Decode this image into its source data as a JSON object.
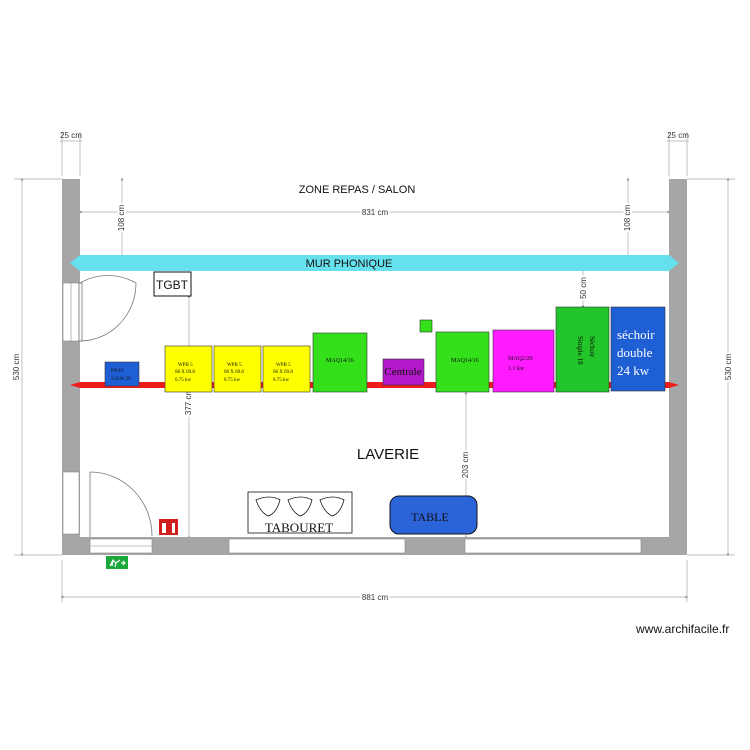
{
  "dimensions": {
    "wall_left": "25 cm",
    "wall_right": "25 cm",
    "inner_width": "831 cm",
    "total_width": "881 cm",
    "height_left": "530 cm",
    "height_right": "530 cm",
    "offset_left": "108 cm",
    "offset_right": "108 cm",
    "gap_machine": "50 cm",
    "depth_left": "377 cm",
    "depth_center": "203 cm"
  },
  "labels": {
    "zone_top": "ZONE REPAS / SALON",
    "mur_phonique": "MUR PHONIQUE",
    "tgbt": "TGBT",
    "laverie": "LAVERIE",
    "tabouret": "TABOURET",
    "table": "TABLE"
  },
  "equipment": {
    "small_blue": [
      "PN/PI",
      "2.5kW 20"
    ],
    "wpb_1": [
      "WPB 5",
      "68 X 69.8",
      "0.75 kw"
    ],
    "wpb_2": [
      "WPB 5",
      "68 X 69.8",
      "0.75 kw"
    ],
    "wpb_3": [
      "WPB 5",
      "68 X 69.8",
      "0.75 kw"
    ],
    "maq_1": "MAQ14/16",
    "centrale": "Centrale",
    "maq_2": "MAQ14/16",
    "maq_3": [
      "MAQ2/20",
      "1.1 kw"
    ],
    "sechoir_simple": [
      "Séchoir",
      "Simple 18"
    ],
    "sechoir_double": [
      "séchoir",
      "double",
      "24 kw"
    ]
  },
  "colors": {
    "wall": "#a6a6a6",
    "mur_phonique": "#66e0ec",
    "pipe": "#ee1c1c",
    "yellow": "#ffff00",
    "green": "#33e01a",
    "dark_green": "#22c52a",
    "magenta": "#ff1aff",
    "purple": "#b319c9",
    "blue": "#1f5fd6",
    "table_blue": "#2a64d8"
  },
  "watermark": "www.archifacile.fr"
}
